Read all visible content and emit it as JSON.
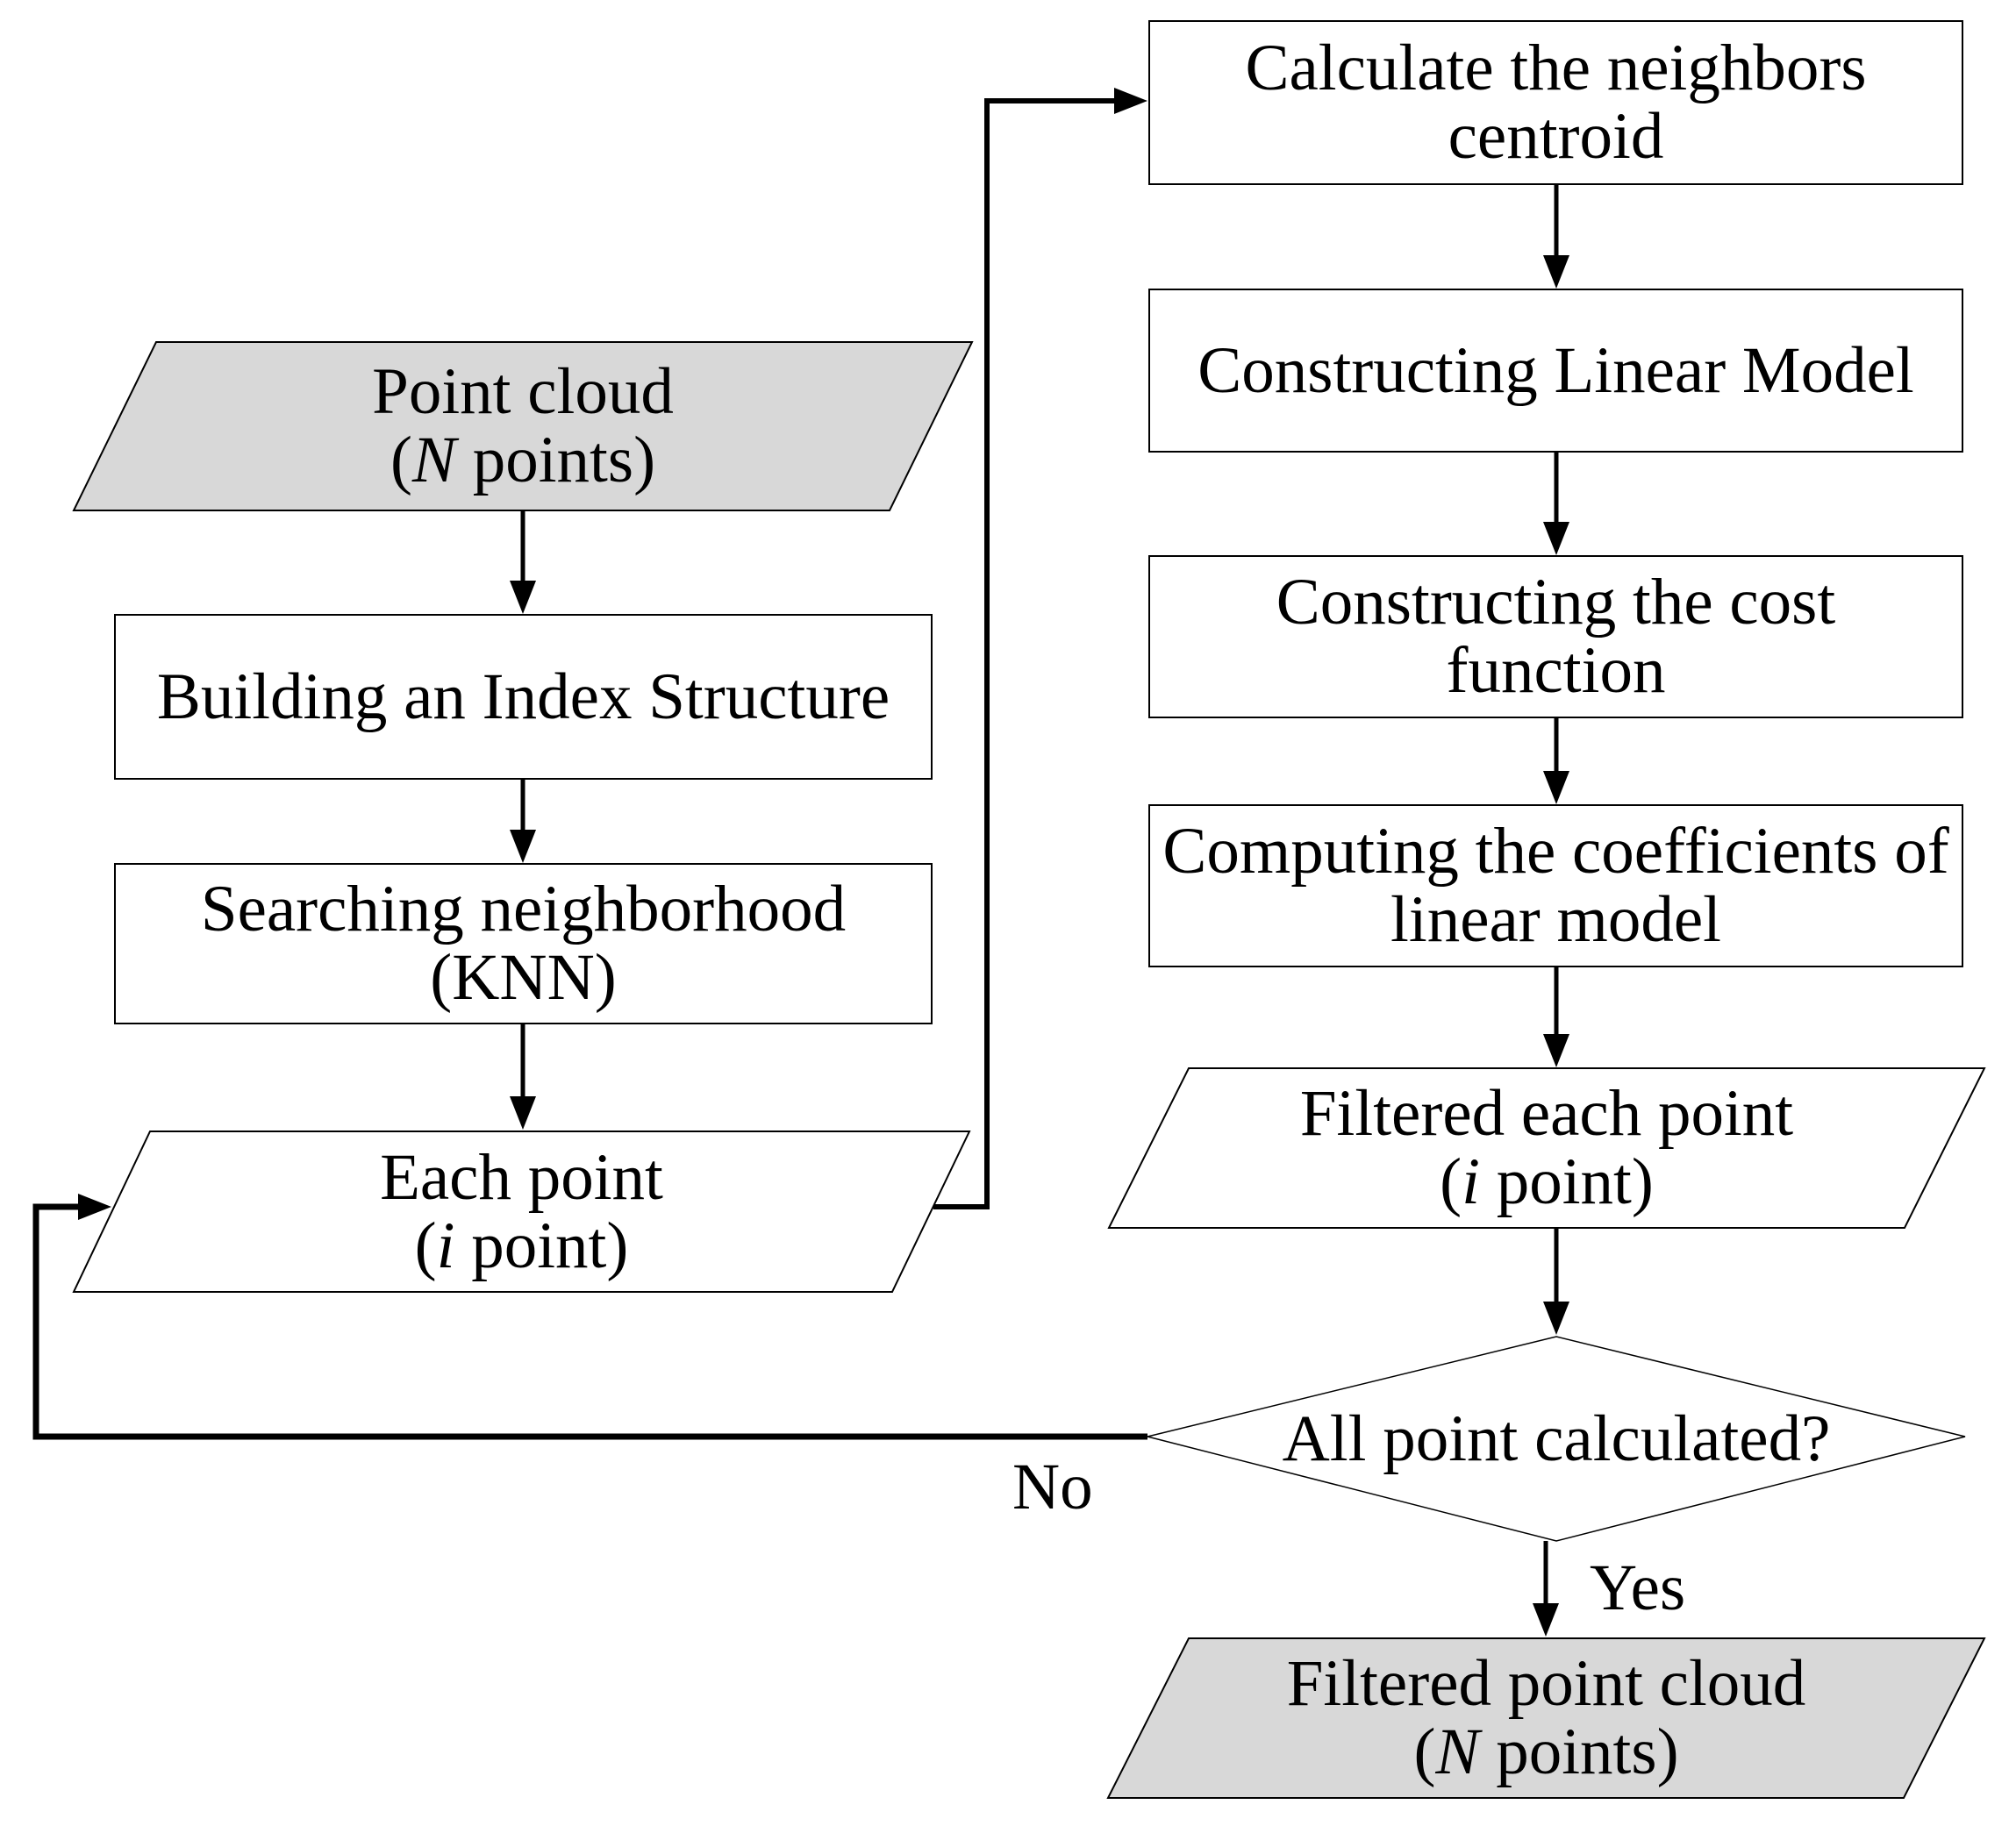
{
  "diagram": {
    "type": "flowchart",
    "colors": {
      "node_fill_gray": "#d8d8d8",
      "node_fill_white": "#ffffff",
      "line_color": "#000000",
      "text_color": "#000000",
      "background": "#ffffff"
    },
    "nodes": {
      "point_cloud": {
        "shape": "parallelogram",
        "line1": "Point cloud",
        "pre": "(",
        "var": "N",
        "post": " points)"
      },
      "build_index": {
        "shape": "rectangle",
        "line1": "Building an Index Structure"
      },
      "search_neighborhood": {
        "shape": "rectangle",
        "line1": "Searching neighborhood",
        "line2": "(KNN)"
      },
      "each_point": {
        "shape": "parallelogram",
        "line1": "Each point",
        "pre": "(",
        "var": "i",
        "post": " point)"
      },
      "calc_centroid": {
        "shape": "rectangle",
        "line1": "Calculate the neighbors",
        "line2": "centroid"
      },
      "construct_linear": {
        "shape": "rectangle",
        "line1": "Constructing Linear Model"
      },
      "construct_cost": {
        "shape": "rectangle",
        "line1": "Constructing the cost",
        "line2": "function"
      },
      "compute_coeff": {
        "shape": "rectangle",
        "line1": "Computing the coefficients of",
        "line2": "linear model"
      },
      "filtered_each_point": {
        "shape": "parallelogram",
        "line1": "Filtered each point",
        "pre": "(",
        "var": "i",
        "post": " point)"
      },
      "decision": {
        "shape": "diamond",
        "line1": "All point calculated?"
      },
      "filtered_point_cloud": {
        "shape": "parallelogram",
        "line1": "Filtered point cloud",
        "pre": "(",
        "var": "N",
        "post": " points)"
      }
    },
    "edge_labels": {
      "no": "No",
      "yes": "Yes"
    }
  }
}
